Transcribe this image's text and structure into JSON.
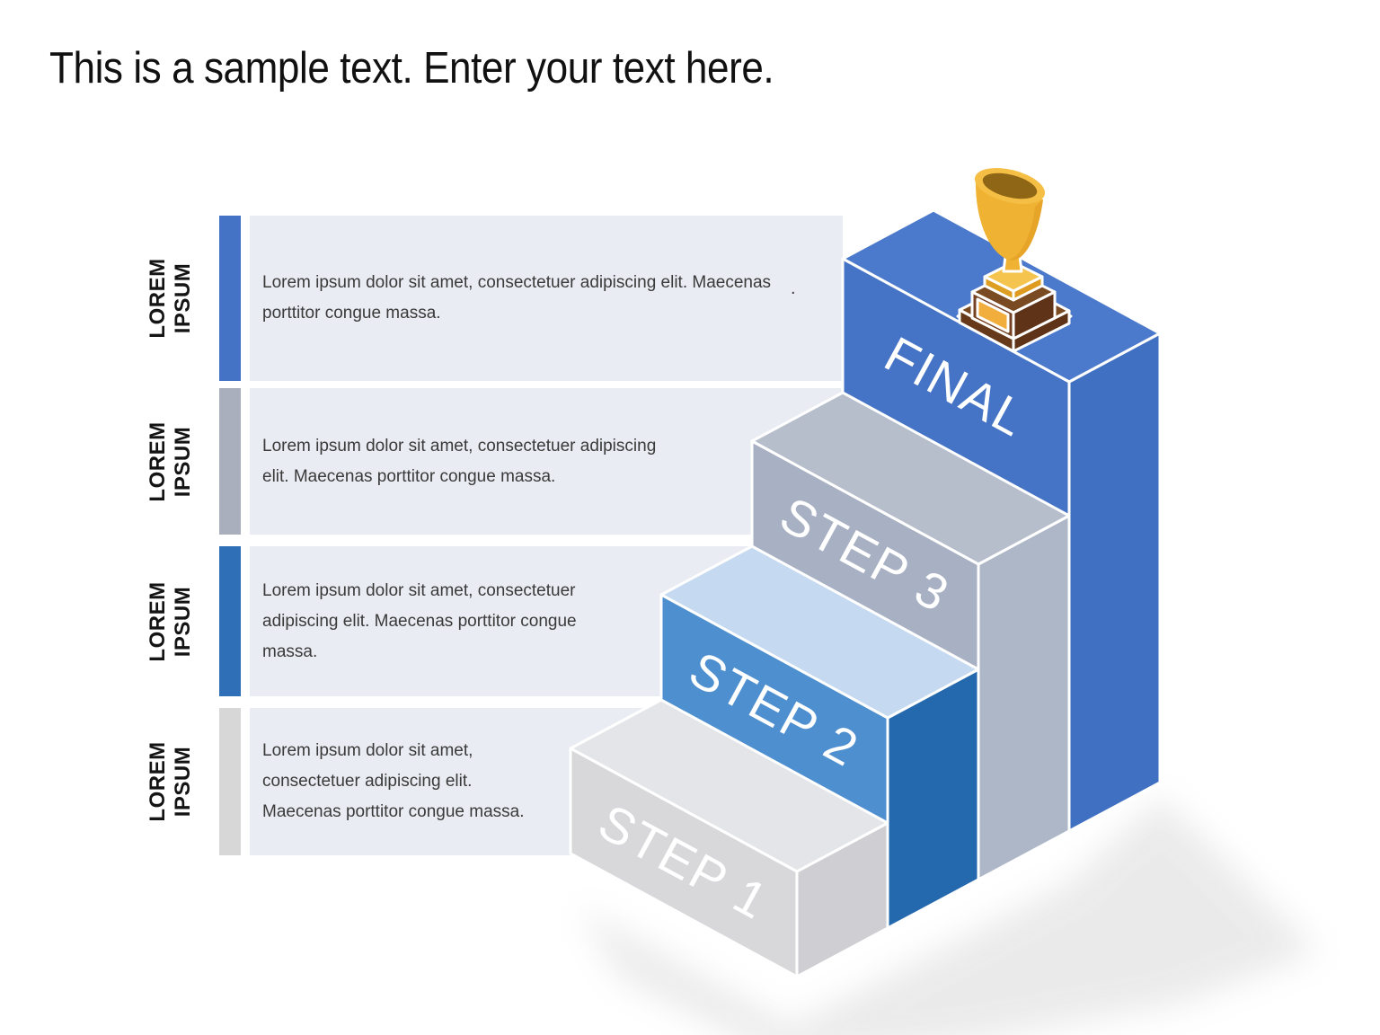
{
  "title": "This is a sample text. Enter your text here.",
  "stray_mark": ".",
  "panel_bg": "#E9ECF2",
  "rows": [
    {
      "label": [
        "LOREM",
        "IPSUM"
      ],
      "bar_color": "#4472C4",
      "lines": [
        "Lorem ipsum dolor sit amet, consectetuer adipiscing elit. Maecenas",
        "porttitor congue massa."
      ]
    },
    {
      "label": [
        "LOREM",
        "IPSUM"
      ],
      "bar_color": "#A9AFBD",
      "lines": [
        "Lorem ipsum dolor sit amet, consectetuer adipiscing",
        "elit. Maecenas porttitor congue massa."
      ]
    },
    {
      "label": [
        "LOREM",
        "IPSUM"
      ],
      "bar_color": "#2E6FB7",
      "lines": [
        "Lorem ipsum dolor sit amet, consectetuer",
        "adipiscing elit. Maecenas porttitor congue",
        "massa."
      ]
    },
    {
      "label": [
        "LOREM",
        "IPSUM"
      ],
      "bar_color": "#D7D7D7",
      "lines": [
        "Lorem ipsum dolor sit amet,",
        "consectetuer adipiscing elit.",
        "Maecenas porttitor congue massa."
      ]
    }
  ],
  "steps": [
    {
      "label": "STEP 1",
      "front": "#D8D8DB",
      "top": "#E4E5E8",
      "side": "#CFCFD3"
    },
    {
      "label": "STEP 2",
      "front": "#4E8FD0",
      "top": "#C5D9F0",
      "side": "#2468AE"
    },
    {
      "label": "STEP 3",
      "front": "#A8B1C3",
      "top": "#B6BECC",
      "side": "#AEB7C7"
    },
    {
      "label": "FINAL",
      "front": "#4573C5",
      "top": "#4B79CB",
      "side": "#4070C2"
    }
  ],
  "trophy": {
    "cup": "#F0B232",
    "cup_light": "#F5BE45",
    "cup_dark": "#DE9B20",
    "cup_inner": "#8F6616",
    "base": "#744122",
    "base_dark": "#5F3318",
    "base_darker": "#66391A",
    "base_top": "#7A4A22",
    "plaque": "#F2AE3C",
    "plate": "#F5C44E",
    "plate_dark": "#DD9E22",
    "shadow": "#1F2D4D"
  }
}
